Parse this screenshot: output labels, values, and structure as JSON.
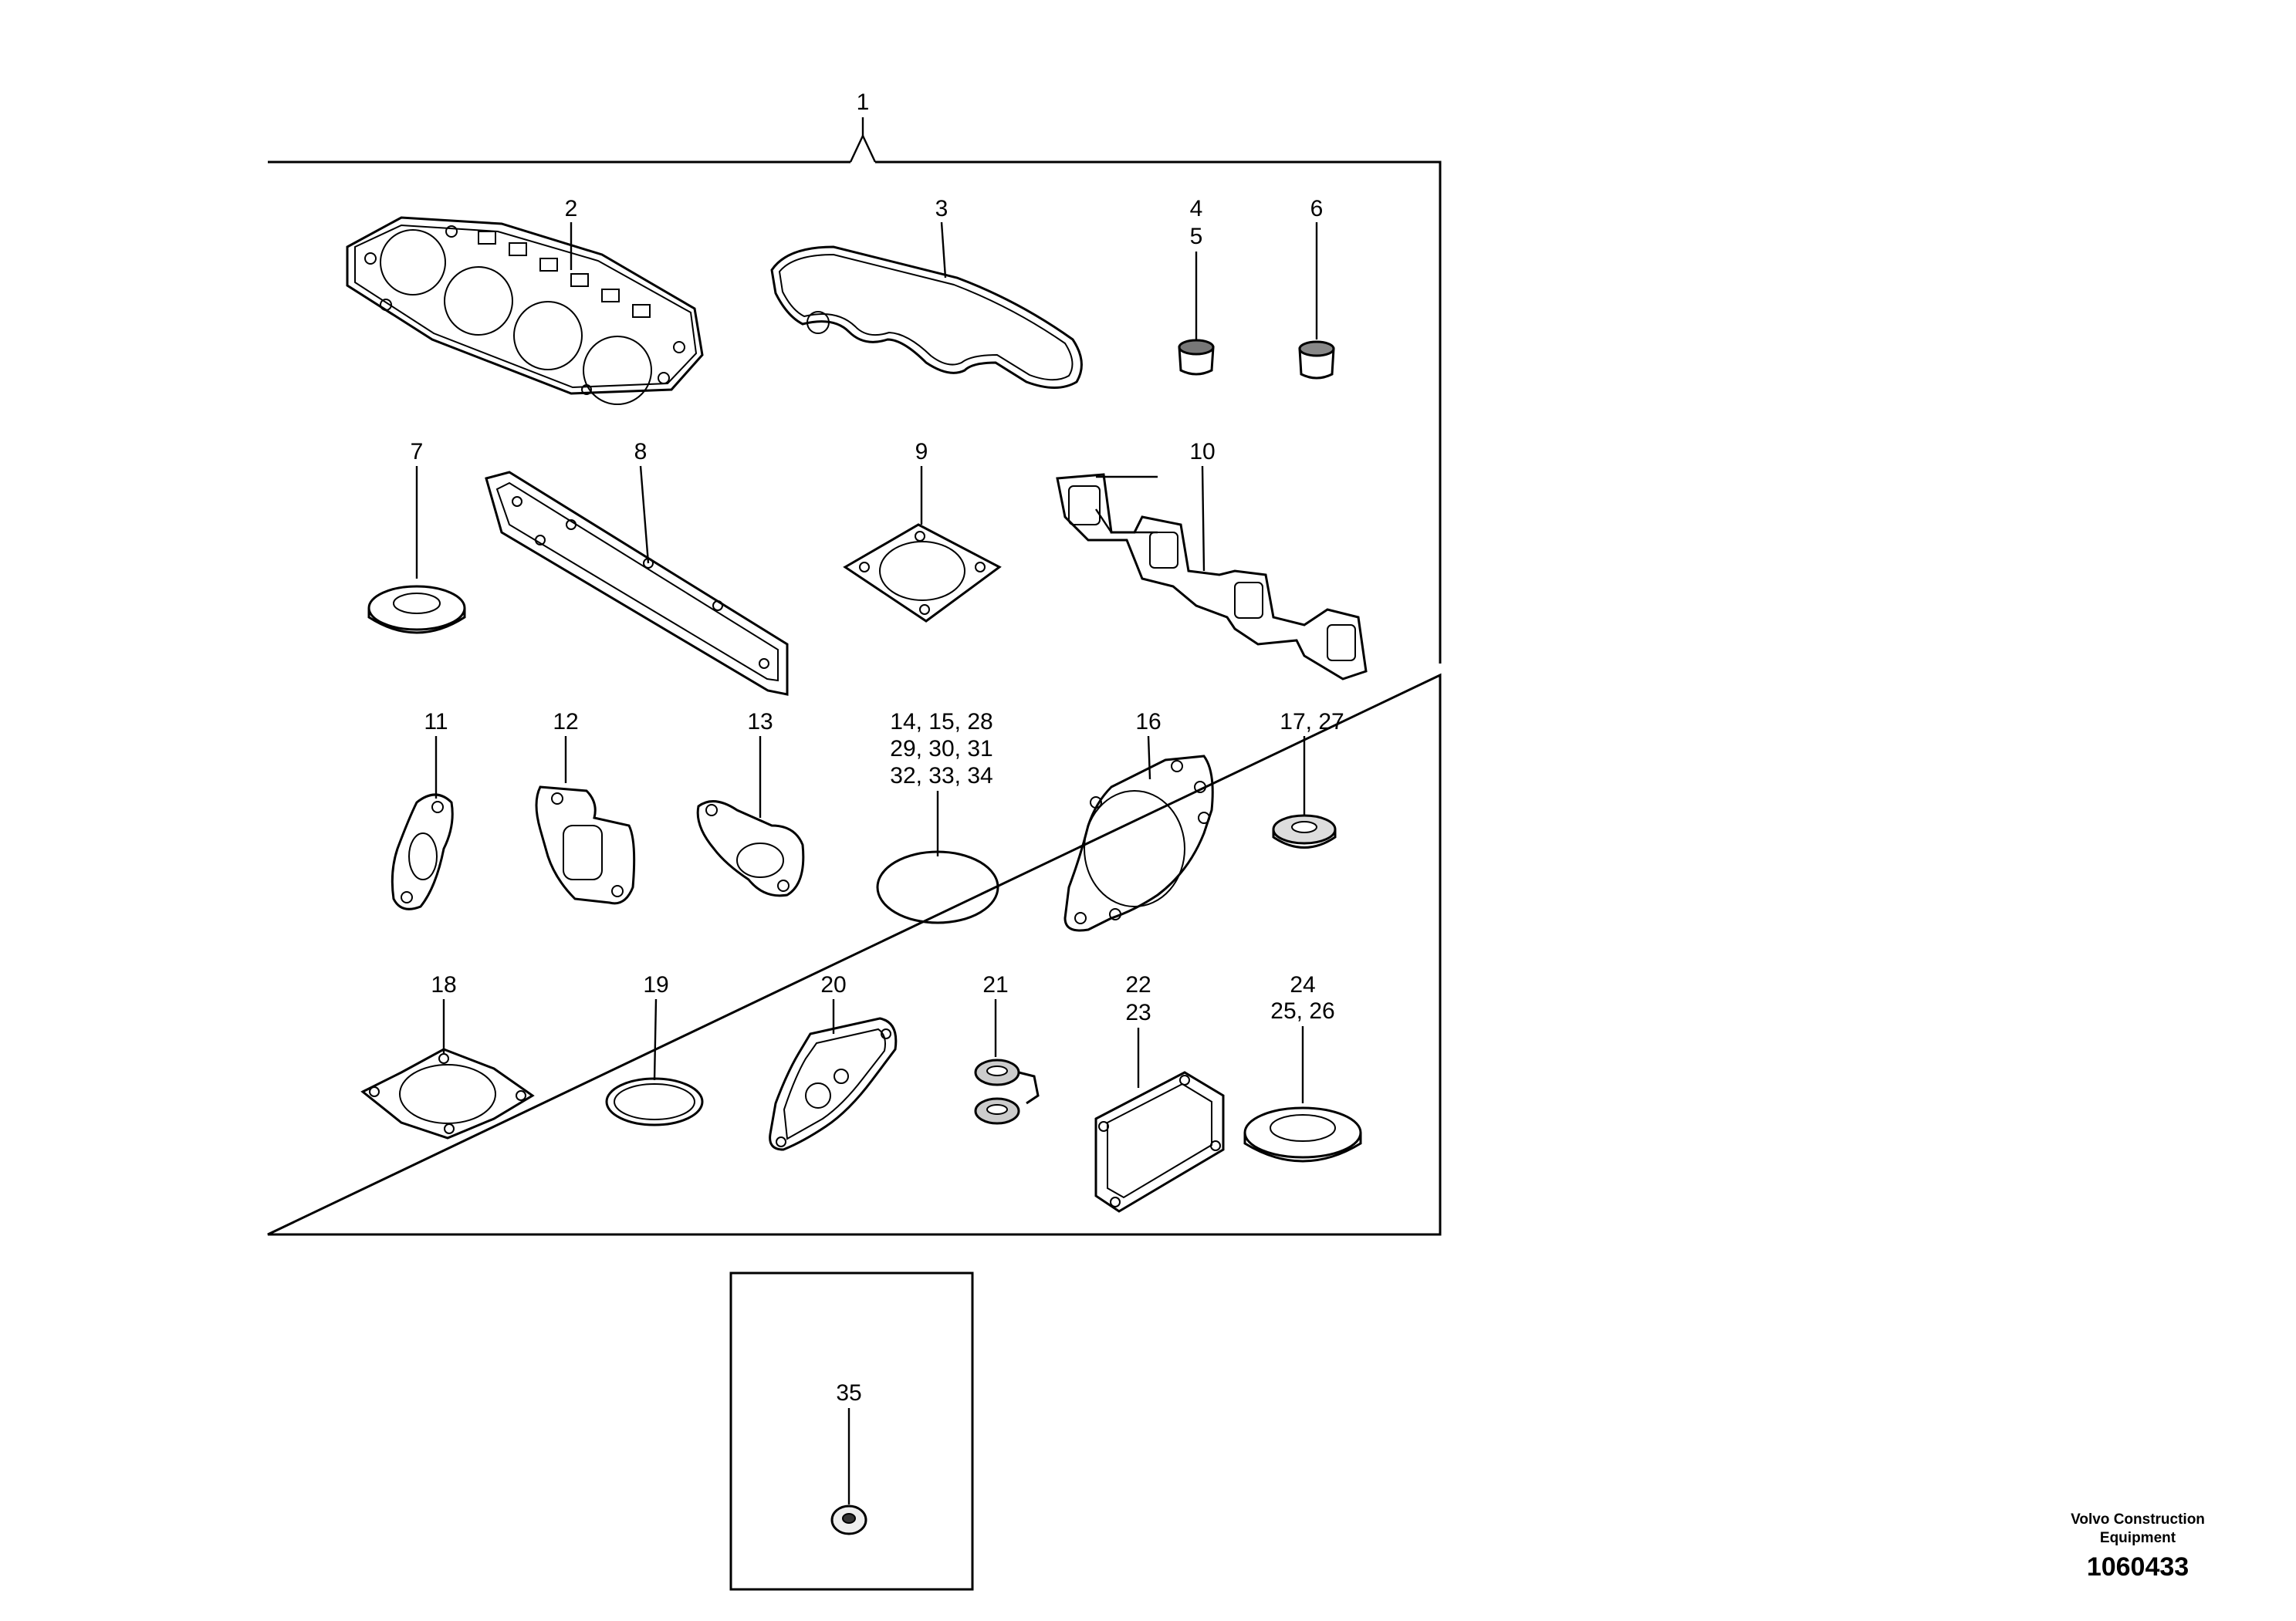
{
  "diagram": {
    "kit_label": "1",
    "callouts": {
      "c2": "2",
      "c3": "3",
      "c4": "4",
      "c5": "5",
      "c6": "6",
      "c7": "7",
      "c8": "8",
      "c9": "9",
      "c10": "10",
      "c11": "11",
      "c12": "12",
      "c13": "13",
      "c14_row1": "14,   15,   28",
      "c14_row2": "29,   30,   31",
      "c14_row3": "32,   33,   34",
      "c16": "16",
      "c17": "17,   27",
      "c18": "18",
      "c19": "19",
      "c20": "20",
      "c21": "21",
      "c22": "22",
      "c23": "23",
      "c24": "24",
      "c25": "25,   26",
      "c35": "35"
    }
  },
  "footer": {
    "brand_line1": "Volvo Construction",
    "brand_line2": "Equipment",
    "doc_number": "1060433"
  }
}
